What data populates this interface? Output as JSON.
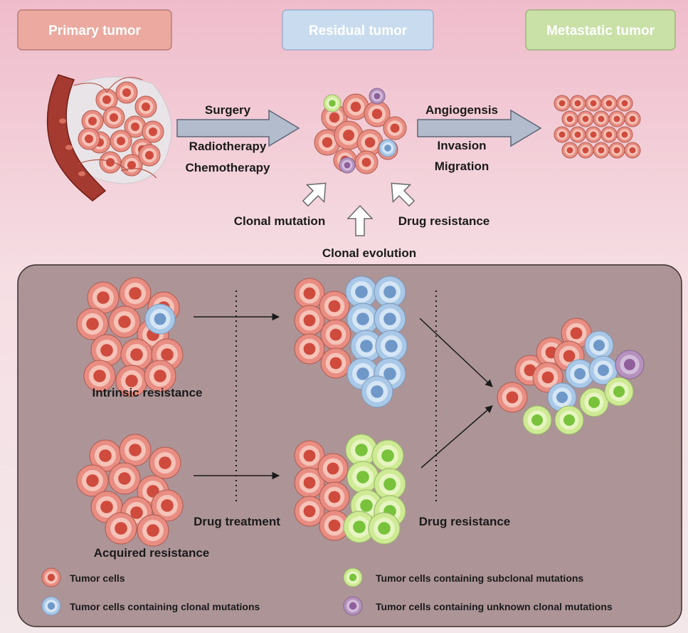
{
  "stages": {
    "primary": "Primary tumor",
    "residual": "Residual tumor",
    "metastatic": "Metastatic tumor"
  },
  "treatments": {
    "surgery": "Surgery",
    "radiotherapy": "Radiotherapy",
    "chemotherapy": "Chemotherapy"
  },
  "progression": {
    "angiogenesis": "Angiogensis",
    "invasion": "Invasion",
    "migration": "Migration"
  },
  "drivers": {
    "clonal_mutation": "Clonal mutation",
    "drug_resistance": "Drug resistance",
    "clonal_evolution": "Clonal evolution"
  },
  "panel": {
    "intrinsic": "Intrinsic resistance",
    "acquired": "Acquired resistance",
    "drug_treatment": "Drug treatment",
    "drug_resistance": "Drug resistance"
  },
  "legend": {
    "tumor": "Tumor cells",
    "clonal": "Tumor cells containing clonal mutations",
    "subclonal": "Tumor cells containing subclonal mutations",
    "unknown": "Tumor cells containing unknown clonal mutations"
  },
  "colors": {
    "primary_box": "#eca99f",
    "residual_box": "#c9dcef",
    "metastatic_box": "#c9e0a7",
    "panel_bg": "#ad9497",
    "arrow_fill": "#b3bccd",
    "tumor_cell": "#e98d82",
    "clonal_cell": "#a9c8e8",
    "subclonal_cell": "#cfea94",
    "unknown_cell": "#b592bd"
  }
}
